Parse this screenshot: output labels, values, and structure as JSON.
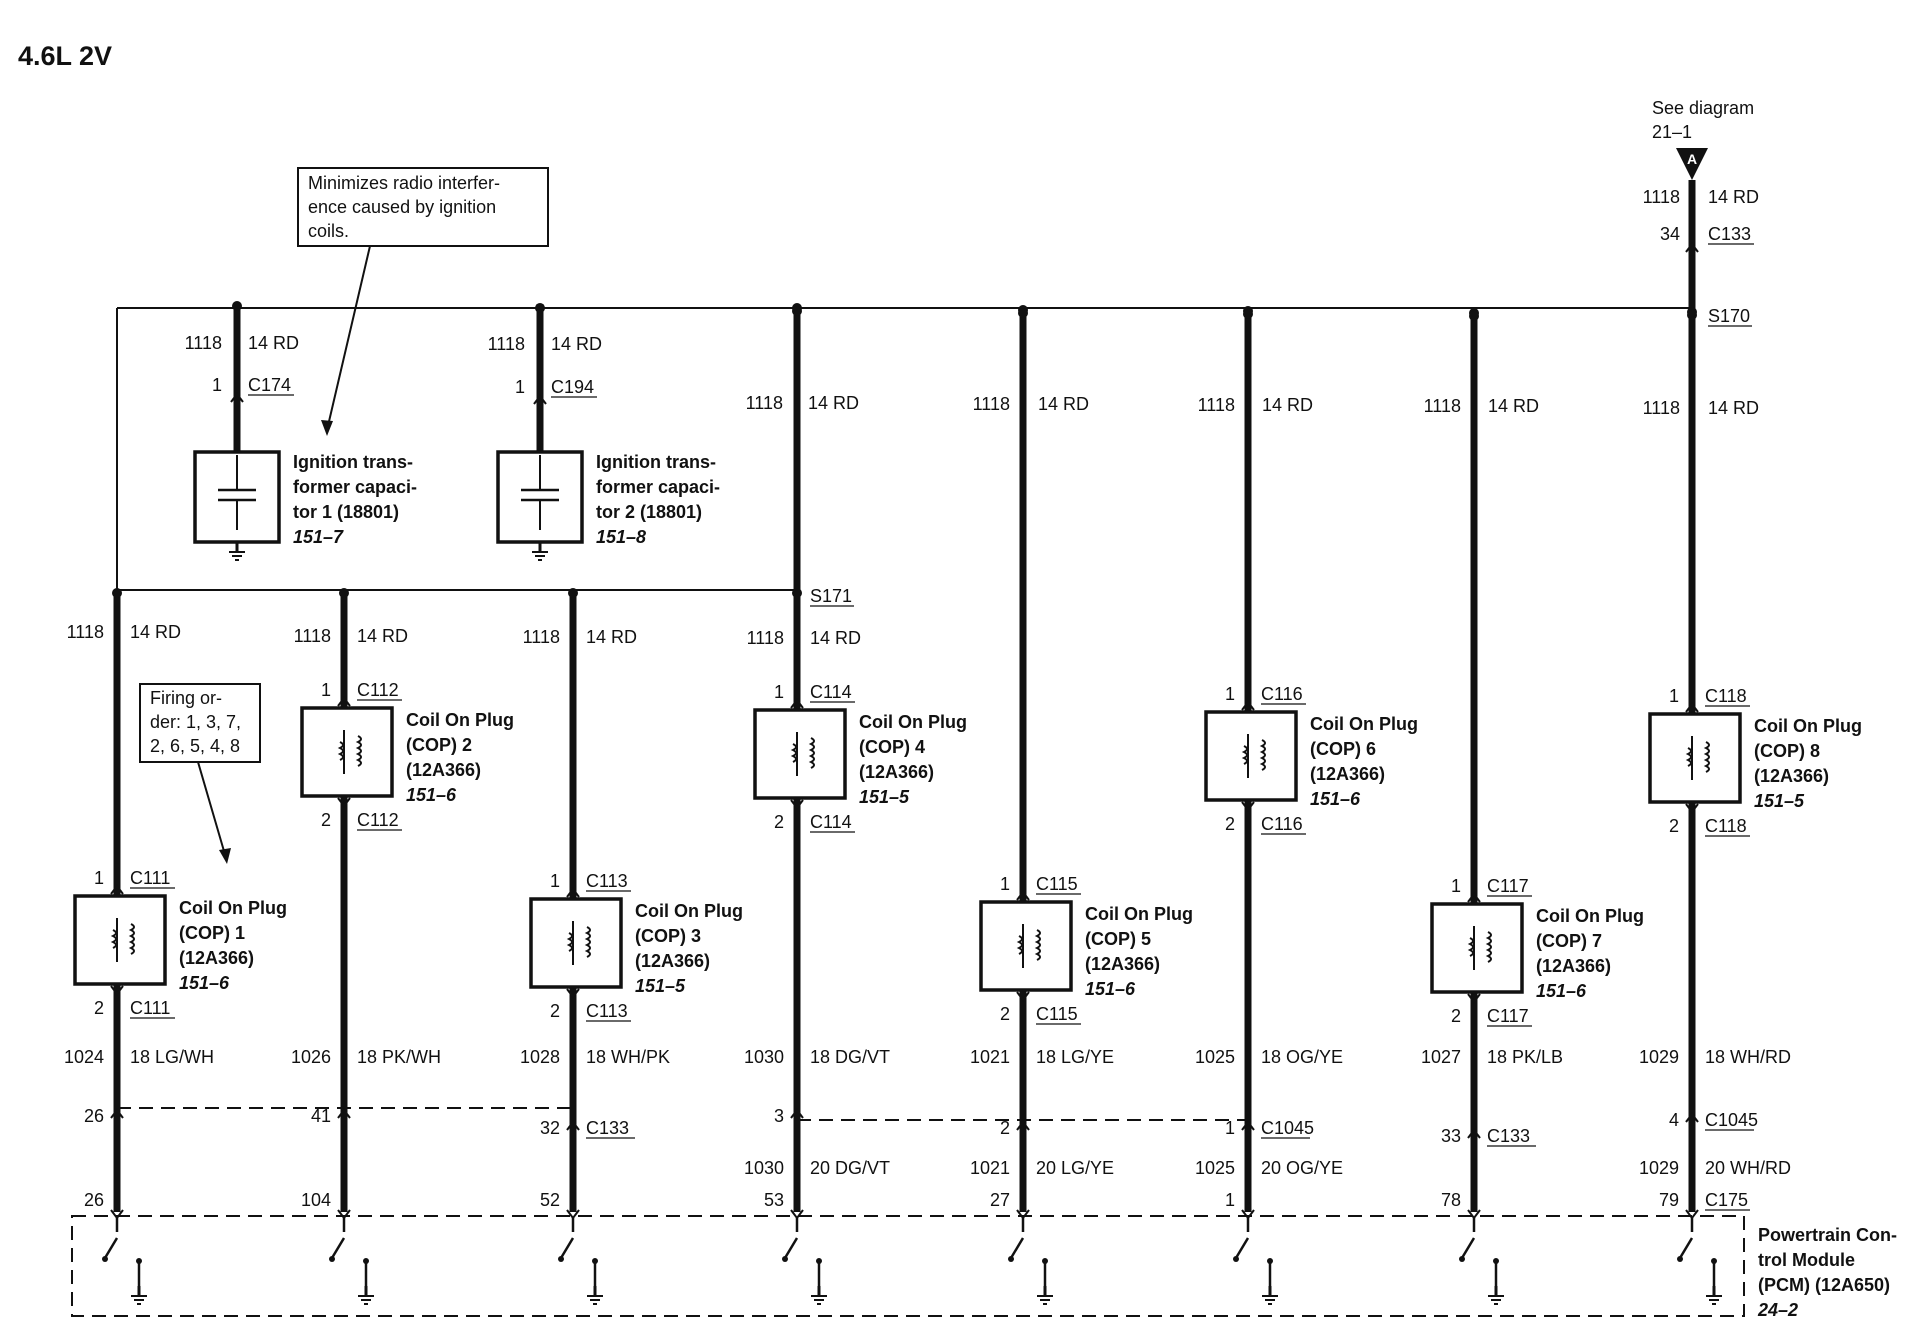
{
  "title": "4.6L 2V",
  "see_diagram": {
    "line1": "See diagram",
    "line2": "21–1",
    "marker": "A"
  },
  "top_feed": {
    "circuit": "1118",
    "wire": "14 RD",
    "pin": "34",
    "connector": "C133"
  },
  "splices": {
    "s170": "S170",
    "s171": "S171"
  },
  "notes": {
    "radio": [
      "Minimizes radio interfer-",
      "ence caused by ignition",
      "coils."
    ],
    "firing": [
      "Firing or-",
      "der: 1, 3, 7,",
      "2, 6, 5, 4, 8"
    ]
  },
  "capacitors": [
    {
      "circuit": "1118",
      "wire": "14 RD",
      "pin": "1",
      "connector": "C174",
      "name": [
        "Ignition trans-",
        "former capaci-",
        "tor 1 (18801)"
      ],
      "ref": "151–7"
    },
    {
      "circuit": "1118",
      "wire": "14 RD",
      "pin": "1",
      "connector": "C194",
      "name": [
        "Ignition trans-",
        "former capaci-",
        "tor 2 (18801)"
      ],
      "ref": "151–8"
    }
  ],
  "feed_wires": [
    {
      "circuit": "1118",
      "wire": "14 RD"
    },
    {
      "circuit": "1118",
      "wire": "14 RD"
    },
    {
      "circuit": "1118",
      "wire": "14 RD"
    },
    {
      "circuit": "1118",
      "wire": "14 RD"
    },
    {
      "circuit": "1118",
      "wire": "14 RD"
    }
  ],
  "coils": [
    {
      "circuit_in": "1118",
      "wire_in": "14 RD",
      "pin_top": "1",
      "conn_top": "C111",
      "name": [
        "Coil On Plug",
        "(COP) 1",
        "(12A366)"
      ],
      "ref": "151–6",
      "pin_bot": "2",
      "conn_bot": "C111",
      "circuit_out": "1024",
      "wire_out": "18 LG/WH",
      "conn_mid_pin": "26",
      "pcm_pin": "26"
    },
    {
      "circuit_in": "1118",
      "wire_in": "14 RD",
      "pin_top": "1",
      "conn_top": "C112",
      "name": [
        "Coil On Plug",
        "(COP) 2",
        "(12A366)"
      ],
      "ref": "151–6",
      "pin_bot": "2",
      "conn_bot": "C112",
      "circuit_out": "1026",
      "wire_out": "18 PK/WH",
      "conn_mid_pin": "41",
      "pcm_pin": "104"
    },
    {
      "circuit_in": "1118",
      "wire_in": "14 RD",
      "pin_top": "1",
      "conn_top": "C113",
      "name": [
        "Coil On Plug",
        "(COP) 3",
        "(12A366)"
      ],
      "ref": "151–5",
      "pin_bot": "2",
      "conn_bot": "C113",
      "circuit_out": "1028",
      "wire_out": "18 WH/PK",
      "conn_mid_pin": "32",
      "conn_mid": "C133",
      "pcm_pin": "52"
    },
    {
      "circuit_in": "1118",
      "wire_in": "14 RD",
      "pin_top": "1",
      "conn_top": "C114",
      "name": [
        "Coil On Plug",
        "(COP) 4",
        "(12A366)"
      ],
      "ref": "151–5",
      "pin_bot": "2",
      "conn_bot": "C114",
      "circuit_out": "1030",
      "wire_out": "18 DG/VT",
      "conn_mid_pin": "3",
      "circuit_out2": "1030",
      "wire_out2": "20 DG/VT",
      "pcm_pin": "53"
    },
    {
      "circuit_in": "1118",
      "wire_in": "14 RD",
      "pin_top": "1",
      "conn_top": "C115",
      "name": [
        "Coil On Plug",
        "(COP) 5",
        "(12A366)"
      ],
      "ref": "151–6",
      "pin_bot": "2",
      "conn_bot": "C115",
      "circuit_out": "1021",
      "wire_out": "18 LG/YE",
      "conn_mid_pin": "2",
      "circuit_out2": "1021",
      "wire_out2": "20 LG/YE",
      "pcm_pin": "27"
    },
    {
      "circuit_in": "1118",
      "wire_in": "14 RD",
      "pin_top": "1",
      "conn_top": "C116",
      "name": [
        "Coil On Plug",
        "(COP) 6",
        "(12A366)"
      ],
      "ref": "151–6",
      "pin_bot": "2",
      "conn_bot": "C116",
      "circuit_out": "1025",
      "wire_out": "18 OG/YE",
      "conn_mid_pin": "1",
      "conn_mid": "C1045",
      "circuit_out2": "1025",
      "wire_out2": "20 OG/YE",
      "pcm_pin": "1"
    },
    {
      "circuit_in": "1118",
      "wire_in": "14 RD",
      "pin_top": "1",
      "conn_top": "C117",
      "name": [
        "Coil On Plug",
        "(COP) 7",
        "(12A366)"
      ],
      "ref": "151–6",
      "pin_bot": "2",
      "conn_bot": "C117",
      "circuit_out": "1027",
      "wire_out": "18 PK/LB",
      "conn_mid_pin": "33",
      "conn_mid": "C133",
      "pcm_pin": "78"
    },
    {
      "circuit_in": "1118",
      "wire_in": "14 RD",
      "pin_top": "1",
      "conn_top": "C118",
      "name": [
        "Coil On Plug",
        "(COP) 8",
        "(12A366)"
      ],
      "ref": "151–5",
      "pin_bot": "2",
      "conn_bot": "C118",
      "circuit_out": "1029",
      "wire_out": "18 WH/RD",
      "conn_mid_pin": "4",
      "conn_mid": "C1045",
      "circuit_out2": "1029",
      "wire_out2": "20 WH/RD",
      "pcm_pin": "79",
      "pcm_conn": "C175"
    }
  ],
  "pcm": {
    "name": [
      "Powertrain Con-",
      "trol Module",
      "(PCM) (12A650)"
    ],
    "ref": "24–2"
  }
}
